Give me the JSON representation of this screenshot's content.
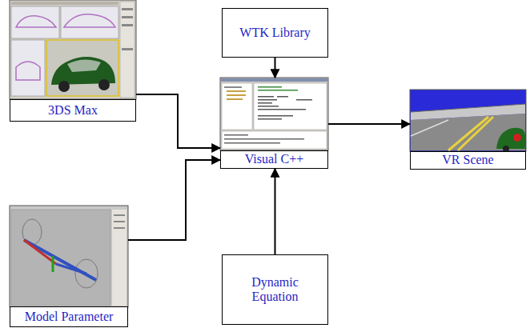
{
  "diagram": {
    "nodes": [
      {
        "text": [
          "3DS Max"
        ]
      },
      {
        "text": [
          "WTK Library"
        ]
      },
      {
        "text": [
          "Visual C++"
        ]
      },
      {
        "text": [
          "VR Scene"
        ]
      },
      {
        "text": [
          "Model Parameter"
        ]
      },
      {
        "text": [
          "Dynamic Equation"
        ]
      }
    ],
    "edges": [
      {
        "from": 0,
        "to": 2,
        "arrow": "to"
      },
      {
        "from": 1,
        "to": 2,
        "arrow": "to"
      },
      {
        "from": 2,
        "to": 3,
        "arrow": "to"
      },
      {
        "from": 4,
        "to": 2,
        "arrow": "to"
      },
      {
        "from": 5,
        "to": 2,
        "arrow": "to"
      }
    ]
  }
}
